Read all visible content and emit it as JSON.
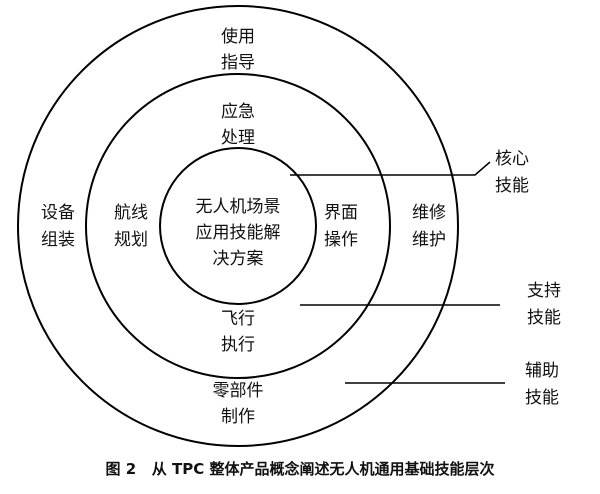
{
  "diagram": {
    "outer_ring": {
      "top": [
        "使用",
        "指导"
      ],
      "left": [
        "设备",
        "组装"
      ],
      "right": [
        "维修",
        "维护"
      ],
      "bottom": [
        "零部件",
        "制作"
      ]
    },
    "middle_ring": {
      "top": [
        "应急",
        "处理"
      ],
      "left": [
        "航线",
        "规划"
      ],
      "right": [
        "界面",
        "操作"
      ],
      "bottom": [
        "飞行",
        "执行"
      ]
    },
    "center": [
      "无人机场景",
      "应用技能解",
      "决方案"
    ],
    "callouts": {
      "core": [
        "核心",
        "技能"
      ],
      "support": [
        "支持",
        "技能"
      ],
      "auxiliary": [
        "辅助",
        "技能"
      ]
    }
  },
  "caption": "图 2   从 TPC 整体产品概念阐述无人机通用基础技能层次"
}
